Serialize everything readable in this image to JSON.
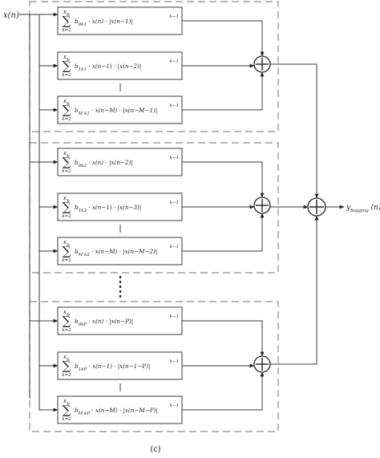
{
  "input": {
    "label": "x(n)"
  },
  "output": {
    "label": "y",
    "subscript": "bagging",
    "argument": "(n)"
  },
  "caption": "(c)",
  "groups": [
    {
      "blocks": [
        {
          "lower": "k=2",
          "upper": "K",
          "upper_sub": "b",
          "coef": "b",
          "coef_sub": "0k1",
          "term": "· x(n) · |x(n−1)|",
          "power": "k−1"
        },
        {
          "lower": "k=2",
          "upper": "K",
          "upper_sub": "b",
          "coef": "b",
          "coef_sub": "1k1",
          "term": "· x(n−1) · |x(n−2)|",
          "power": "k−1"
        },
        {
          "lower": "k=2",
          "upper": "K",
          "upper_sub": "b",
          "coef": "b",
          "coef_sub": "M_b k1",
          "term": "· x(n−M_b) · |x(n−M_b−1)|",
          "power": "k−1"
        }
      ]
    },
    {
      "blocks": [
        {
          "lower": "k=2",
          "upper": "K",
          "upper_sub": "b",
          "coef": "b",
          "coef_sub": "0k2",
          "term": "· x(n) · |x(n−2)|",
          "power": "k−1"
        },
        {
          "lower": "k=2",
          "upper": "K",
          "upper_sub": "b",
          "coef": "b",
          "coef_sub": "1k2",
          "term": "· x(n−1) · |x(n−3)|",
          "power": "k−1"
        },
        {
          "lower": "k=2",
          "upper": "K",
          "upper_sub": "b",
          "coef": "b",
          "coef_sub": "M_b k2",
          "term": "· x(n−M_b) · |x(n−M_b−2)|",
          "power": "k−1"
        }
      ]
    },
    {
      "blocks": [
        {
          "lower": "k=2",
          "upper": "K",
          "upper_sub": "b",
          "coef": "b",
          "coef_sub": "0kP",
          "term": "· x(n) · |x(n−P)|",
          "power": "k−1"
        },
        {
          "lower": "k=2",
          "upper": "K",
          "upper_sub": "b",
          "coef": "b",
          "coef_sub": "1kP",
          "term": "· x(n−1) · |x(n−1−P)|",
          "power": "k−1"
        },
        {
          "lower": "k=2",
          "upper": "K",
          "upper_sub": "b",
          "coef": "b",
          "coef_sub": "M_b kP",
          "term": "· x(n−M_b) · |x(n−M_b−P)|",
          "power": "k−1"
        }
      ]
    }
  ]
}
